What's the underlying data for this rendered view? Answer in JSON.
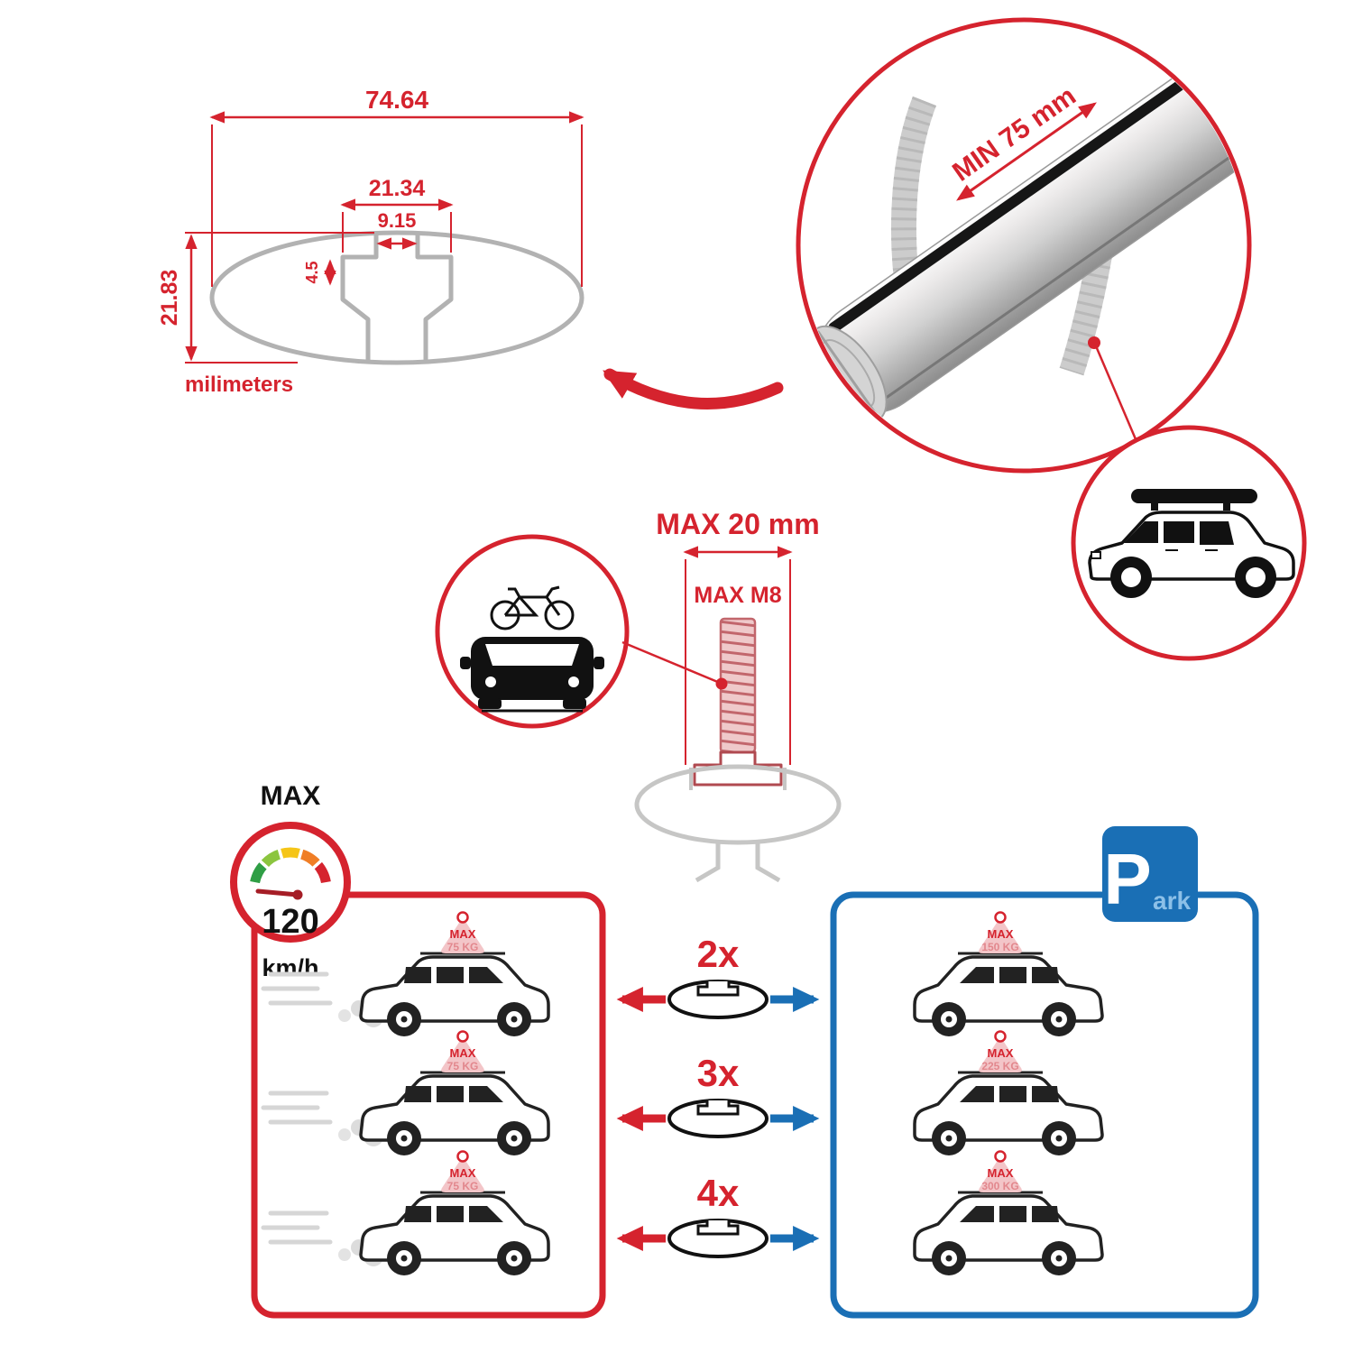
{
  "cross_section": {
    "total_width": "74.64",
    "channel_width": "21.34",
    "slot_width": "9.15",
    "slot_depth": "4.5",
    "total_height": "21.83",
    "units": "milimeters"
  },
  "bar_closeup": {
    "min_span": "MIN 75 mm"
  },
  "bolt_diagram": {
    "max_width": "MAX 20 mm",
    "max_thread": "MAX M8"
  },
  "speed_badge": {
    "label": "MAX",
    "value": "120",
    "unit": "km/h"
  },
  "parking_sign": {
    "p": "P",
    "ark": "ark"
  },
  "comparison": {
    "rows": [
      {
        "count": "2x",
        "drive_sign": {
          "label": "MAX",
          "value": "75 KG"
        },
        "park_sign": {
          "label": "MAX",
          "value": "150 KG"
        }
      },
      {
        "count": "3x",
        "drive_sign": {
          "label": "MAX",
          "value": "75 KG"
        },
        "park_sign": {
          "label": "MAX",
          "value": "225 KG"
        }
      },
      {
        "count": "4x",
        "drive_sign": {
          "label": "MAX",
          "value": "75 KG"
        },
        "park_sign": {
          "label": "MAX",
          "value": "300 KG"
        }
      }
    ]
  },
  "colors": {
    "red": "#d5232e",
    "blue": "#1a6fb5",
    "gray_outline": "#b2b2b2",
    "sign_pink": "#f3c5c8"
  }
}
